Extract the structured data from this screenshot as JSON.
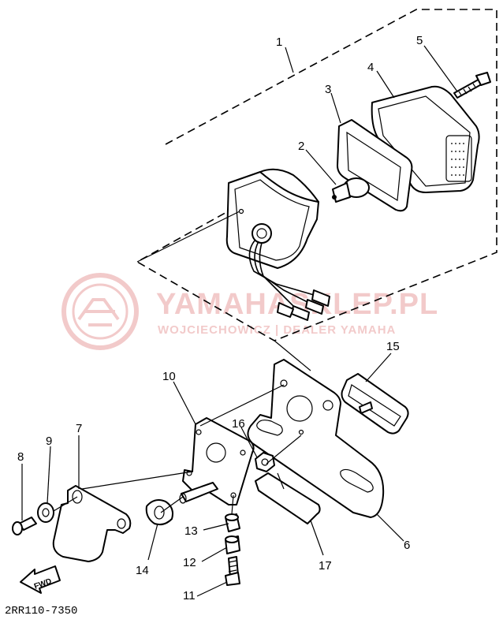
{
  "diagram": {
    "callouts": [
      {
        "id": "1",
        "text": "1"
      },
      {
        "id": "2",
        "text": "2"
      },
      {
        "id": "3",
        "text": "3"
      },
      {
        "id": "4",
        "text": "4"
      },
      {
        "id": "5",
        "text": "5"
      },
      {
        "id": "6",
        "text": "6"
      },
      {
        "id": "7",
        "text": "7"
      },
      {
        "id": "8",
        "text": "8"
      },
      {
        "id": "9",
        "text": "9"
      },
      {
        "id": "10",
        "text": "10"
      },
      {
        "id": "11",
        "text": "11"
      },
      {
        "id": "12",
        "text": "12"
      },
      {
        "id": "13",
        "text": "13"
      },
      {
        "id": "14",
        "text": "14"
      },
      {
        "id": "15",
        "text": "15"
      },
      {
        "id": "16",
        "text": "16"
      },
      {
        "id": "17",
        "text": "17"
      }
    ],
    "fwd_arrow_label": "FWD",
    "drawing_code": "2RR110-7350"
  },
  "watermark": {
    "brand": "YAMAHASKLEP.PL",
    "subtitle": "WOJCIECHOWICZ | DEALER YAMAHA",
    "color": "#e8a0a0"
  }
}
